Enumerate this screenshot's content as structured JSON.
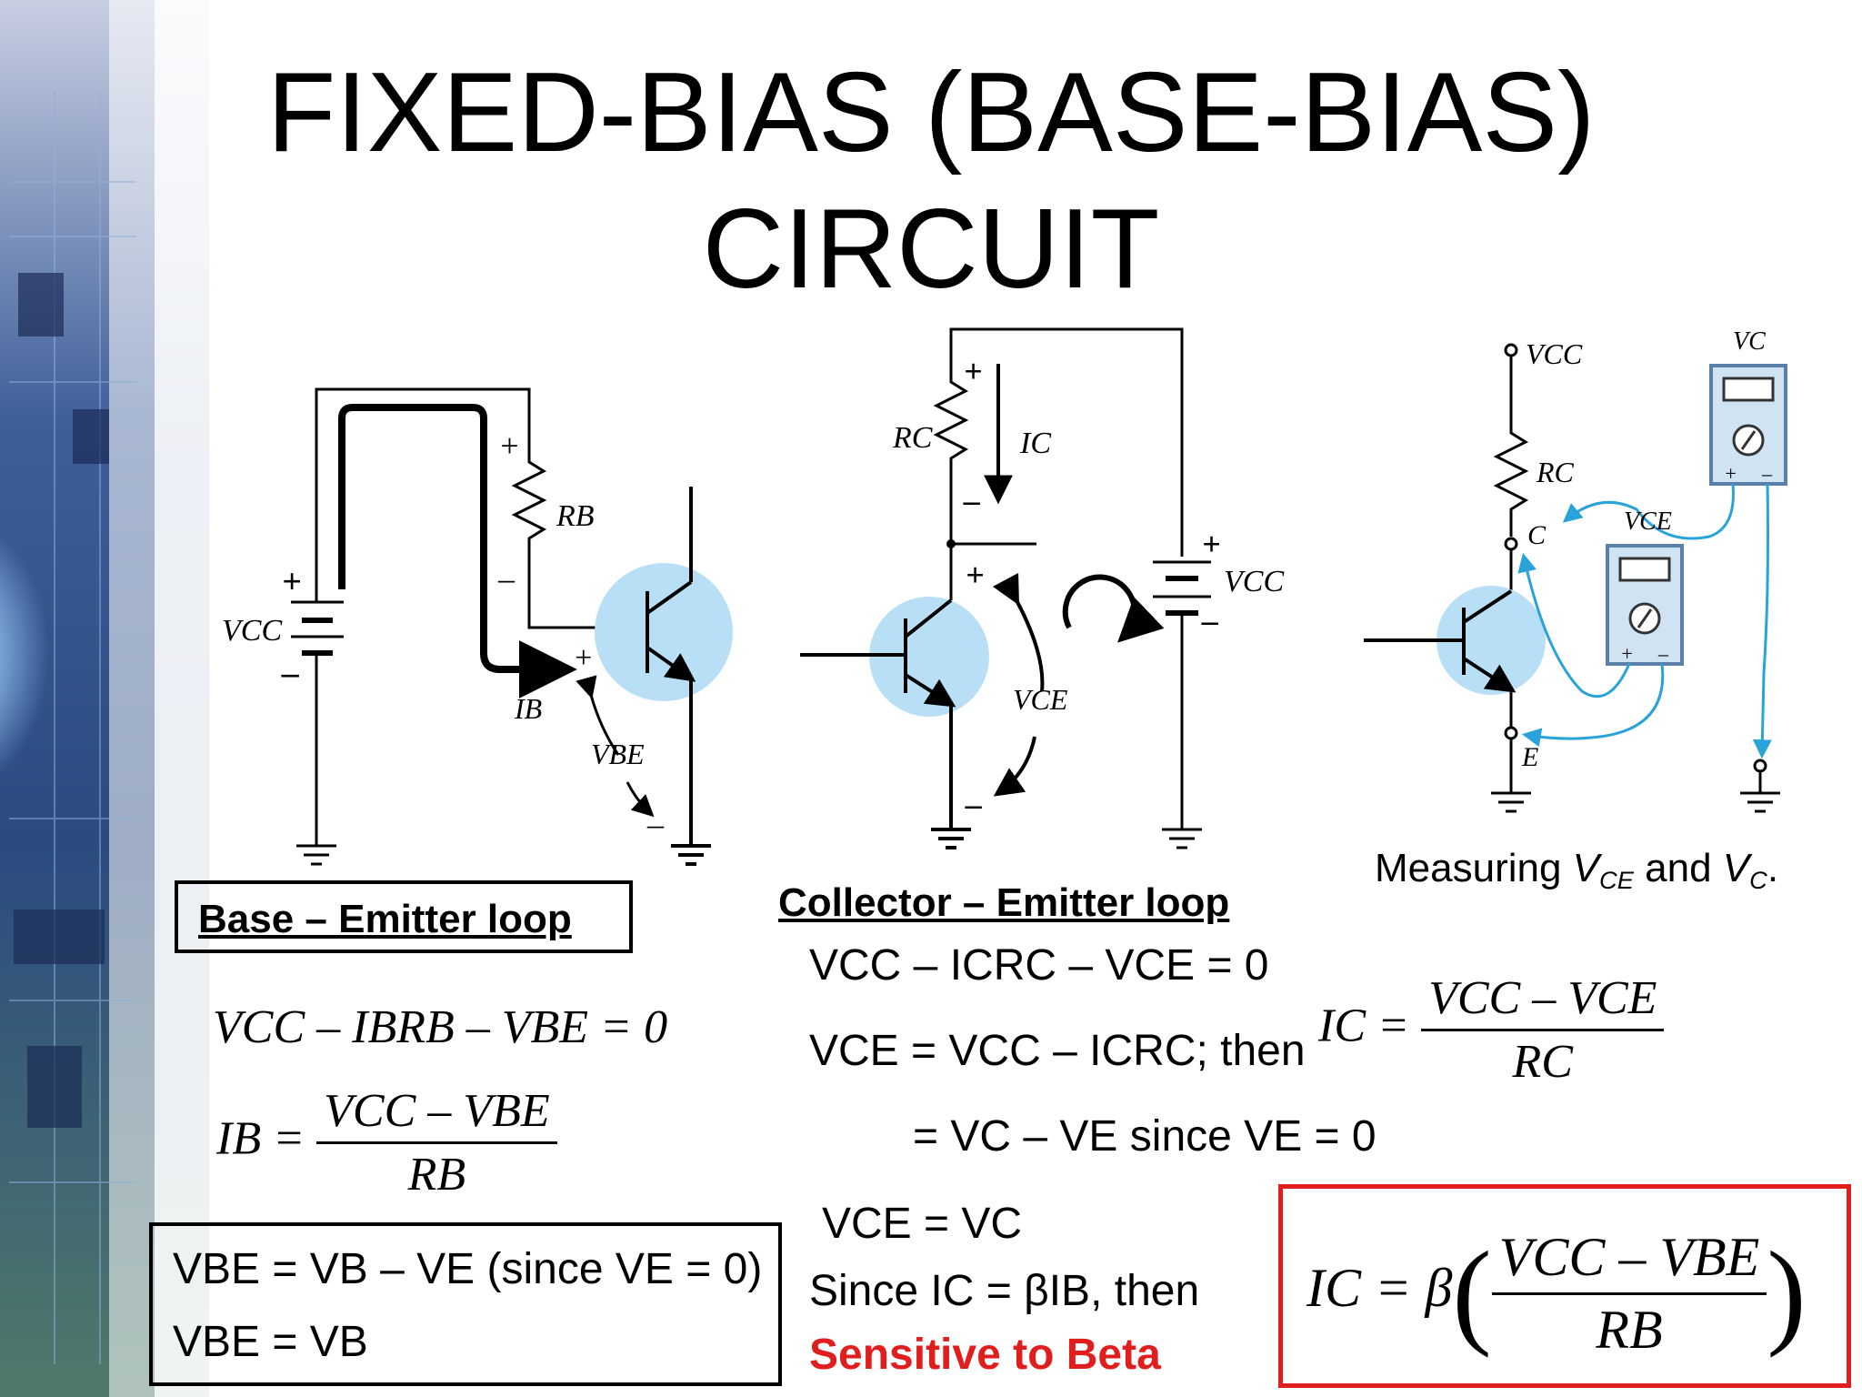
{
  "slide": {
    "title_line1": "FIXED-BIAS (BASE-BIAS)",
    "title_line2": "CIRCUIT"
  },
  "circuit1": {
    "vcc": "VCC",
    "rb": "RB",
    "ib": "IB",
    "vbe": "VBE",
    "plus": "+",
    "minus": "–"
  },
  "circuit2": {
    "rc": "RC",
    "ic": "IC",
    "vce": "VCE",
    "vcc": "VCC",
    "plus": "+",
    "minus": "–"
  },
  "circuit3": {
    "vcc": "VCC",
    "rc": "RC",
    "c": "C",
    "e": "E",
    "vce_meter": "VCE",
    "vc_meter": "VC",
    "plus": "+",
    "minus": "–",
    "caption_prefix": "Measuring ",
    "caption_v1": "V",
    "caption_s1": "CE",
    "caption_mid": " and ",
    "caption_v2": "V",
    "caption_s2": "C",
    "caption_end": "."
  },
  "base_loop": {
    "header": "Base – Emitter loop",
    "kvl": "VCC – IBRB – VBE = 0",
    "ib_lhs": "IB =",
    "ib_num": "VCC – VBE",
    "ib_den": "RB",
    "box_line1": "VBE = VB – VE (since VE = 0)",
    "box_line2": "VBE = VB"
  },
  "collector_loop": {
    "header": "Collector – Emitter loop",
    "eq1": "VCC – ICRC – VCE = 0",
    "eq2": "VCE = VCC – ICRC;  then",
    "ic_lhs": "IC =",
    "ic_num": "VCC – VCE",
    "ic_den": "RC",
    "eq3": "= VC – VE  since VE = 0",
    "eq4": "VCE = VC",
    "eq5": "Since IC = βIB, then",
    "warning": "Sensitive to Beta"
  },
  "final_formula": {
    "lhs": "IC = β",
    "num": "VCC – VBE",
    "den": "RB"
  }
}
